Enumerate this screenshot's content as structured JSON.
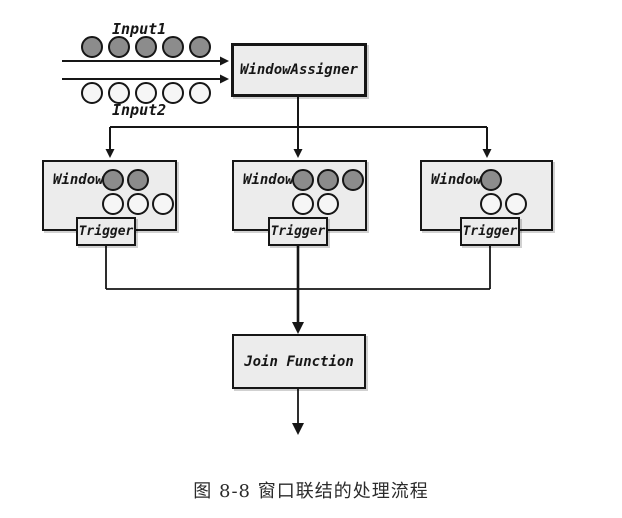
{
  "diagram": {
    "input1": {
      "label": "Input1",
      "dots": 5,
      "dot_type": "filled"
    },
    "input2": {
      "label": "Input2",
      "dots": 5,
      "dot_type": "empty"
    },
    "assigner": {
      "label": "WindowAssigner"
    },
    "windows": [
      {
        "label": "Window",
        "filled": 2,
        "empty": 3,
        "trigger": "Trigger"
      },
      {
        "label": "Window",
        "filled": 3,
        "empty": 2,
        "trigger": "Trigger"
      },
      {
        "label": "Window",
        "filled": 1,
        "empty": 2,
        "trigger": "Trigger"
      }
    ],
    "join": {
      "label": "Join Function"
    },
    "colors": {
      "filled_dot": "#8c8c8c",
      "empty_dot": "#f6f6f6",
      "box_fill": "#ececec",
      "line": "#161616"
    }
  },
  "caption": "图 8-8 窗口联结的处理流程"
}
